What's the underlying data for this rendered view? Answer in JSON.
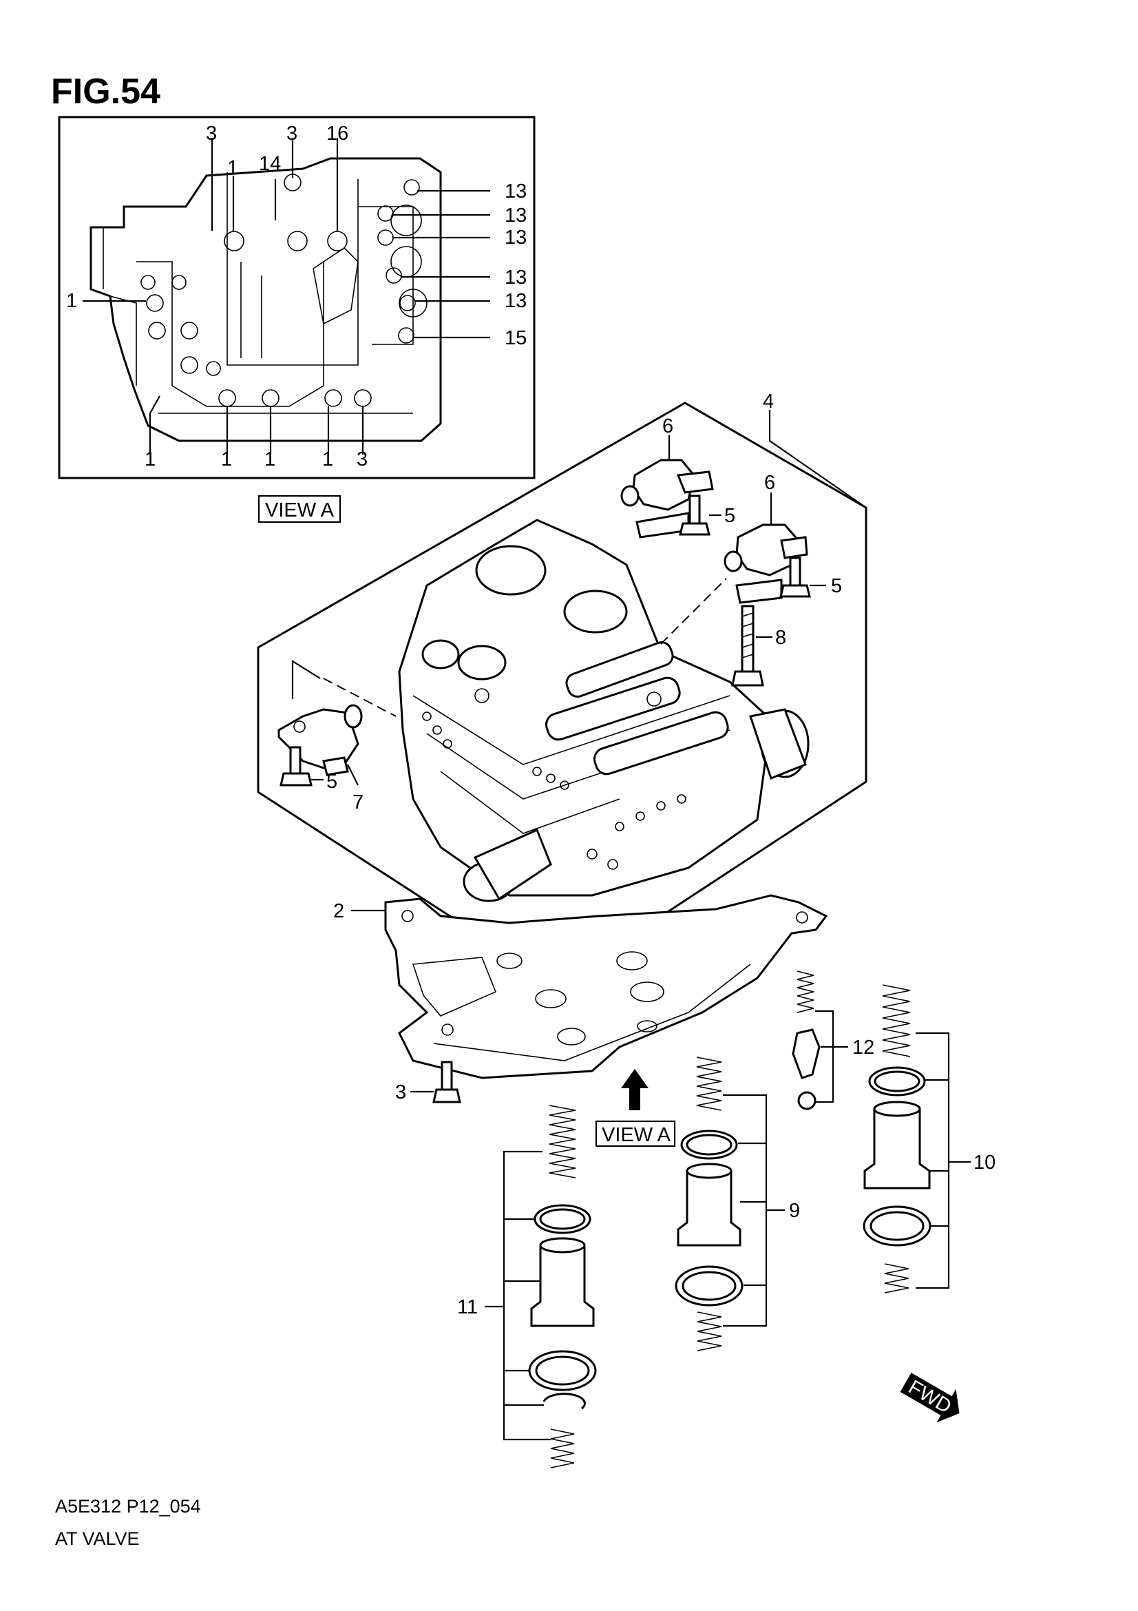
{
  "figure_title": "FIG.54",
  "footer": {
    "code": "A5E312 P12_054",
    "name": "AT VALVE"
  },
  "view_a": {
    "box_label": "VIEW A",
    "arrow_label": "VIEW A"
  },
  "fwd_label": "FWD",
  "callouts": {
    "inset_top_3a": "3",
    "inset_top_3b": "3",
    "inset_top_16": "16",
    "inset_top_1": "1",
    "inset_top_14": "14",
    "inset_left_1": "1",
    "inset_r_13a": "13",
    "inset_r_13b": "13",
    "inset_r_13c": "13",
    "inset_r_13d": "13",
    "inset_r_13e": "13",
    "inset_r_15": "15",
    "inset_b_1a": "1",
    "inset_b_1b": "1",
    "inset_b_1c": "1",
    "inset_b_1d": "1",
    "inset_b_3": "3",
    "p4": "4",
    "p6a": "6",
    "p6b": "6",
    "p5a": "5",
    "p5b": "5",
    "p5c": "5",
    "p8": "8",
    "p7": "7",
    "p2": "2",
    "p3": "3",
    "p12": "12",
    "p10": "10",
    "p9": "9",
    "p11": "11"
  }
}
